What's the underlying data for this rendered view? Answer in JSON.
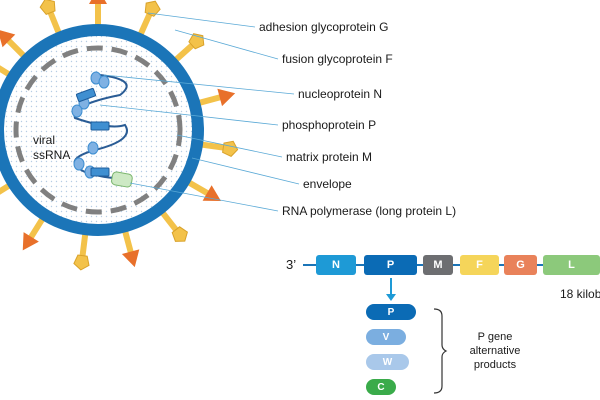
{
  "labels": {
    "adhesion": "adhesion glycoprotein G",
    "fusion": "fusion glycoprotein F",
    "nucleoprotein": "nucleoprotein N",
    "phosphoprotein": "phosphoprotein P",
    "matrix": "matrix protein M",
    "envelope": "envelope",
    "polymerase": "RNA polymerase (long protein L)"
  },
  "virion": {
    "rna_line1": "viral",
    "rna_line2": "ssRNA"
  },
  "genome": {
    "end_label": "3’",
    "size_label": "18 kilob",
    "genes": [
      {
        "name": "N",
        "color": "#1e9ad6"
      },
      {
        "name": "P",
        "color": "#0b6bb5"
      },
      {
        "name": "M",
        "color": "#6d6e71"
      },
      {
        "name": "F",
        "color": "#f5d55a"
      },
      {
        "name": "G",
        "color": "#e9825a"
      },
      {
        "name": "L",
        "color": "#8cc97b"
      }
    ]
  },
  "p_products": {
    "items": [
      {
        "name": "P",
        "color": "#0b6bb5"
      },
      {
        "name": "V",
        "color": "#7baee0"
      },
      {
        "name": "W",
        "color": "#a9c8ea"
      },
      {
        "name": "C",
        "color": "#3aab4a"
      }
    ],
    "caption_line1": "P gene",
    "caption_line2": "alternative",
    "caption_line3": "products"
  },
  "colors": {
    "membrane": "#1b75b8",
    "inner_dash": "#808080",
    "interior_fill": "#dce9f4",
    "spike_stem": "#f3c24a",
    "g_head": "#f3c24a",
    "f_head": "#e8702a",
    "leader": "#5aa9d6",
    "rnp": "#3f8fd1"
  }
}
